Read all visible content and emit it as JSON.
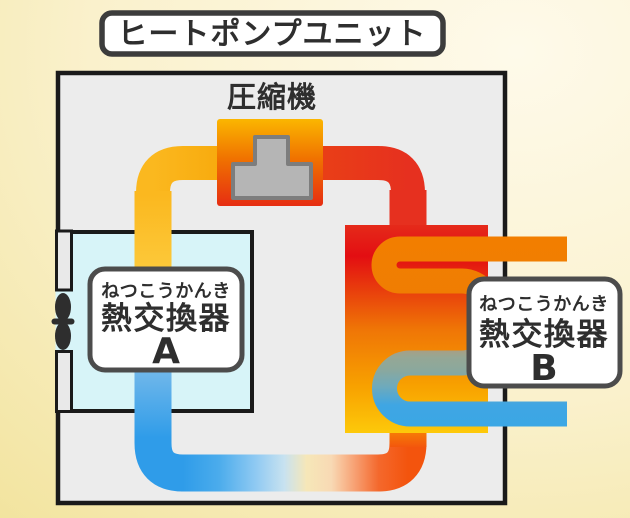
{
  "title": {
    "label": "ヒートポンプユニット"
  },
  "compressor": {
    "label": "圧縮機",
    "symbol_icon": "compressor-icon"
  },
  "exchanger_a": {
    "furigana": "ねつこうかんき",
    "name": "熱交換器",
    "unit_letter": "A"
  },
  "exchanger_b": {
    "furigana": "ねつこうかんき",
    "name": "熱交換器",
    "unit_letter": "B"
  },
  "fan": {
    "icon": "fan-icon"
  },
  "colors": {
    "background_top": "#FEFAEA",
    "background_bottom": "#F1E298",
    "unit_fill": "#ECECEC",
    "unit_border": "#1A1A1A",
    "exchanger_a_fill": "#D7F4F8",
    "hot_red": "#E6301F",
    "hot_orange": "#F27E00",
    "warm_gold": "#FBB81F",
    "warm_yellow": "#FCCA3C",
    "cold_blue": "#2F9CE9",
    "coil_blue": "#3BA7E5",
    "coil_teal": "#8CA89C",
    "label_box_fill": "#FFFFFF",
    "label_box_border": "#4C4C4C",
    "title_box_border": "#3C3C3C",
    "text": "#2E2E2E",
    "compressor_symbol_fill": "#B5B5B5",
    "compressor_symbol_border": "#7D7D7D",
    "fan_color": "#2E2E2E",
    "duct_fill": "#E9E9E9"
  }
}
